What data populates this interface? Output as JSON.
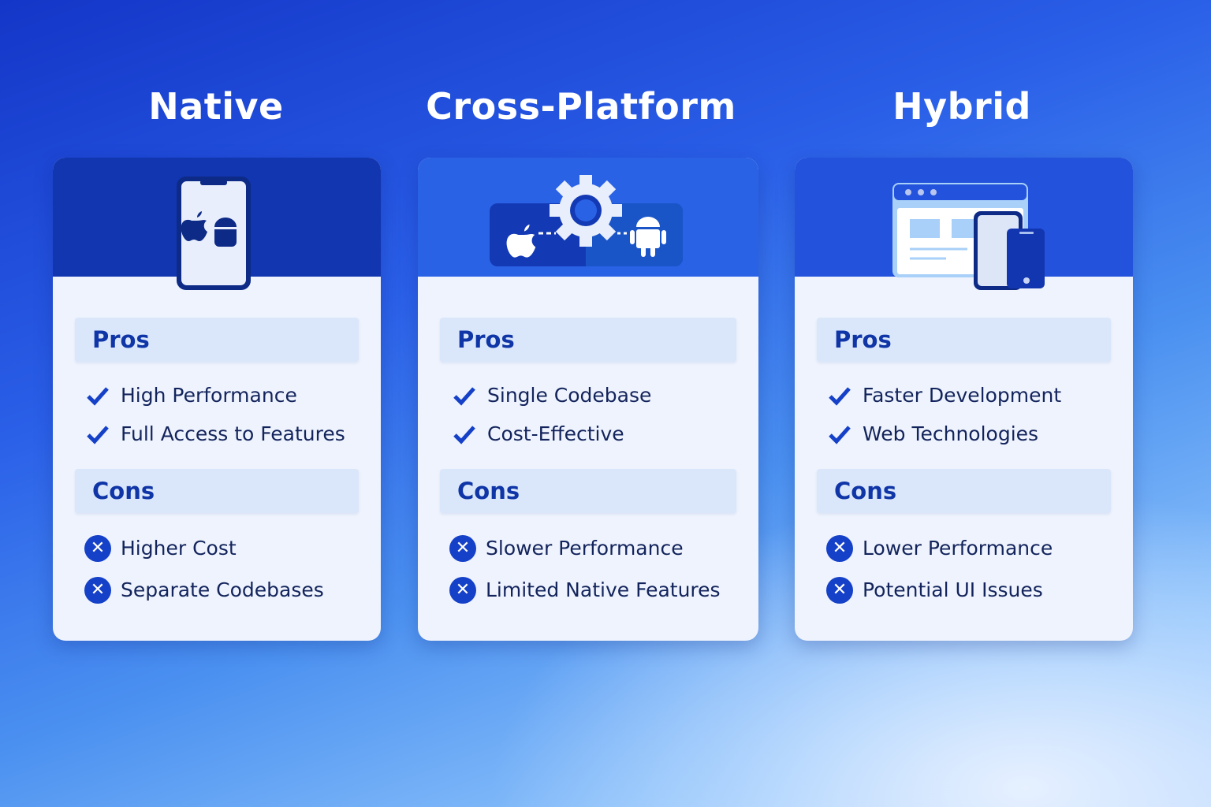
{
  "columns": [
    {
      "title": "Native",
      "pros_label": "Pros",
      "cons_label": "Cons",
      "pros": [
        "High Performance",
        "Full Access to Features"
      ],
      "cons": [
        "Higher Cost",
        "Separate Codebases"
      ],
      "header_color": "#1236b0",
      "icon": "phone-apple-android-icon"
    },
    {
      "title": "Cross-Platform",
      "pros_label": "Pros",
      "cons_label": "Cons",
      "pros": [
        "Single Codebase",
        "Cost-Effective"
      ],
      "cons": [
        "Slower Performance",
        "Limited Native Features"
      ],
      "header_color": "#2a62e6",
      "icon": "gear-apple-android-icon"
    },
    {
      "title": "Hybrid",
      "pros_label": "Pros",
      "cons_label": "Cons",
      "pros": [
        "Faster Development",
        "Web Technologies"
      ],
      "cons": [
        "Lower Performance",
        "Potential UI Issues"
      ],
      "header_color": "#2352dc",
      "icon": "browser-phones-icon"
    }
  ],
  "colors": {
    "accent": "#1540c8",
    "text": "#13245c",
    "heading": "#0f35a6"
  }
}
